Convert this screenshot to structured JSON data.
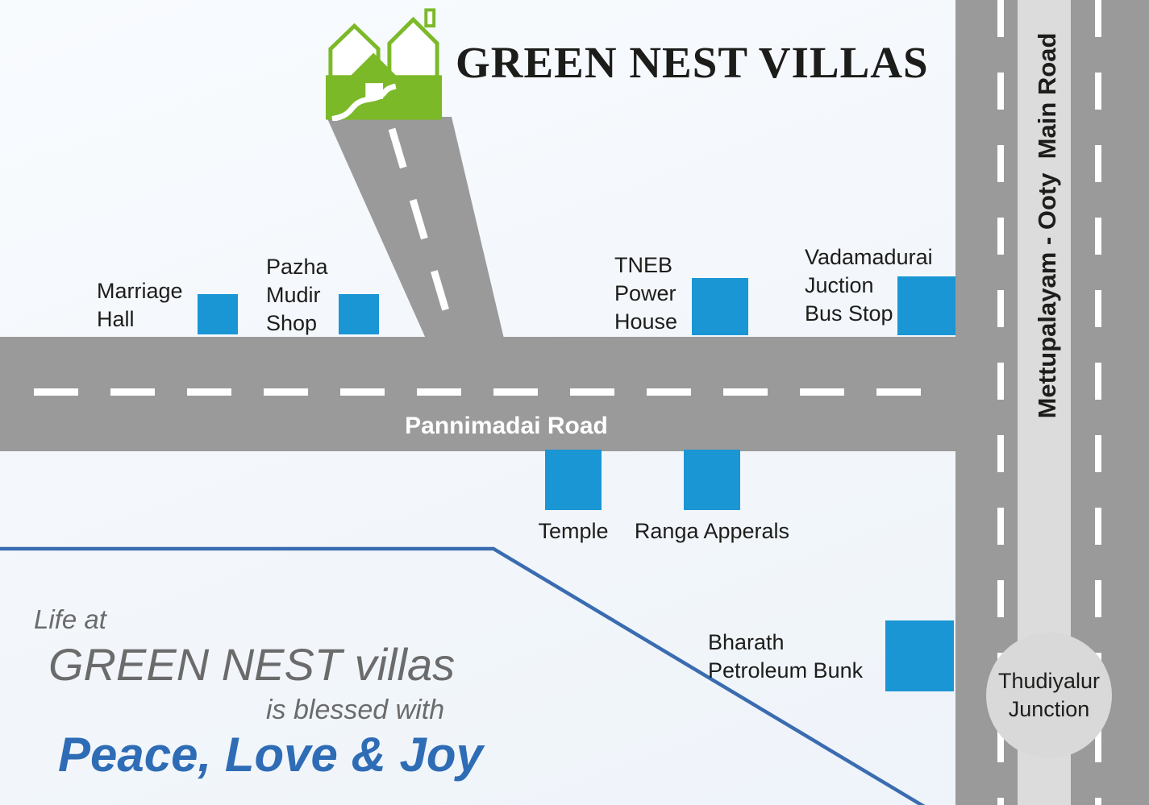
{
  "brand": {
    "title": "GREEN NEST VILLAS",
    "logo": "green-houses-logo"
  },
  "roads": {
    "pannimadai": "Pannimadai Road",
    "main_road": "Mettupalayam - Ooty  Main Road",
    "junction": "Thudiyalur\nJunction"
  },
  "landmarks": [
    {
      "id": "marriage-hall",
      "label": "Marriage\nHall"
    },
    {
      "id": "pazha-mudir-shop",
      "label": "Pazha\nMudir\nShop"
    },
    {
      "id": "tneb-power-house",
      "label": "TNEB\nPower\nHouse"
    },
    {
      "id": "vadamadurai-junction-bus-stop",
      "label": "Vadamadurai\nJuction\nBus Stop"
    },
    {
      "id": "temple",
      "label": "Temple"
    },
    {
      "id": "ranga-apperals",
      "label": "Ranga Apperals"
    },
    {
      "id": "bharath-petroleum-bunk",
      "label": "Bharath\nPetroleum Bunk"
    }
  ],
  "tagline": {
    "line1": "Life at",
    "line2": "GREEN NEST villas",
    "line3": "is blessed with",
    "line4": "Peace, Love & Joy"
  },
  "colors": {
    "road_gray": "#9a9a9a",
    "median_gray": "#dcdcdc",
    "landmark_blue": "#1a96d5",
    "accent_blue": "#2e6cb5",
    "accent_line_blue": "#3a6cb0",
    "logo_green": "#7cb928",
    "text_dark": "#1d1d1b",
    "text_gray": "#6b6b6b"
  }
}
